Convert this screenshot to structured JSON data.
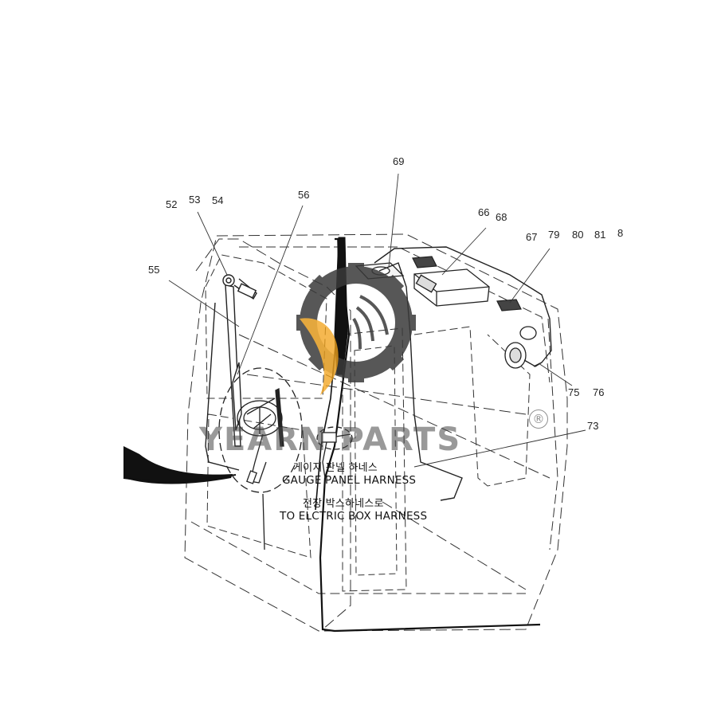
{
  "diagram": {
    "callouts": {
      "c52": "52",
      "c53": "53",
      "c54": "54",
      "c55": "55",
      "c56": "56",
      "c69": "69",
      "c66": "66",
      "c68": "68",
      "c67": "67",
      "c79": "79",
      "c80": "80",
      "c81": "81",
      "c8": "8",
      "c75": "75",
      "c76": "76",
      "c73": "73"
    },
    "harness_labels": {
      "gauge_panel_kr": "게이지 판넬 하네스",
      "gauge_panel_en": "GAUGE PANEL HARNESS",
      "electric_box_kr": "전장 박스하네스로",
      "electric_box_en": "TO ELCTRIC BOX HARNESS"
    }
  },
  "watermark": {
    "brand": "YEARN PARTS",
    "registered_mark": "®",
    "gear_color": "#3a3a3a",
    "flame_color": "#f2a31b"
  }
}
